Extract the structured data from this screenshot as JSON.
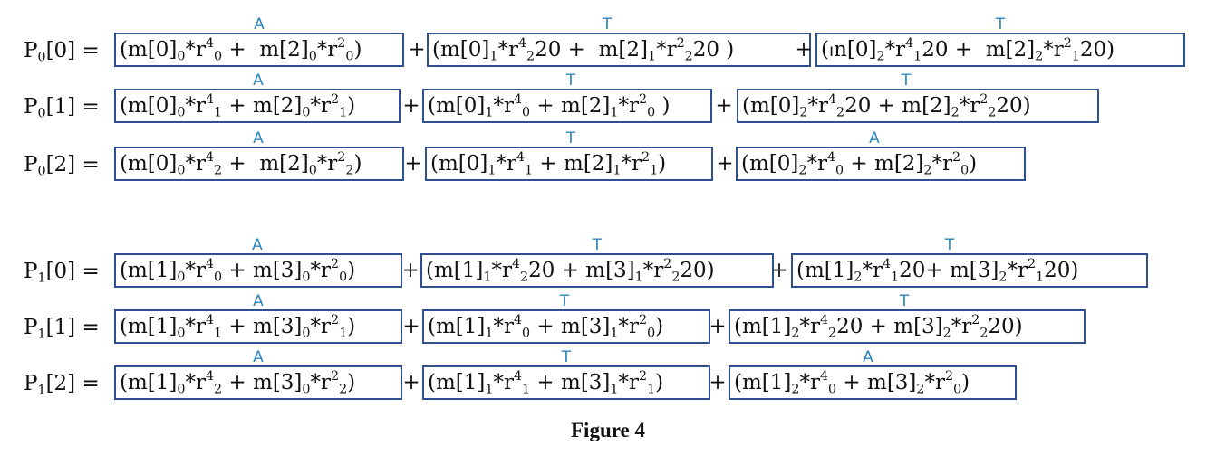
{
  "group_0": {
    "row_0": {
      "lhs": "P<sub>0</sub>[0] =",
      "terms": [
        "(m[0]<sub>0</sub>*r<sup>4</sup><sub>0</sub> +&nbsp; m[2]<sub>0</sub>*r<sup>2</sup><sub>0</sub>)",
        "(m[0]<sub>1</sub>*r<sup>4</sup><sub>2</sub>20 +&nbsp; m[2]<sub>1</sub>*r<sup>2</sup><sub>2</sub>20 )",
        "(<span style=\"font-family:'DejaVu Sans',sans-serif;font-size:80%\">ı</span>n[0]<sub>2</sub>*r<sup>4</sup><sub>1</sub>20 +&nbsp; m[2]<sub>2</sub>*r<sup>2</sup><sub>1</sub>20)"
      ],
      "labels": [
        "A",
        "T",
        "T"
      ]
    },
    "row_1": {
      "lhs": "P<sub>0</sub>[1] =",
      "terms": [
        "(m[0]<sub>0</sub>*r<sup>4</sup><sub>1</sub> + m[2]<sub>0</sub>*r<sup>2</sup><sub>1</sub>)",
        "(m[0]<sub>1</sub>*r<sup>4</sup><sub>0</sub> + m[2]<sub>1</sub>*r<sup>2</sup><sub>0</sub> )",
        "(m[0]<sub>2</sub>*r<sup>4</sup><sub>2</sub>20 + m[2]<sub>2</sub>*r<sup>2</sup><sub>2</sub>20)"
      ],
      "labels": [
        "A",
        "T",
        "T"
      ]
    },
    "row_2": {
      "lhs": "P<sub>0</sub>[2] =",
      "terms": [
        "(m[0]<sub>0</sub>*r<sup>4</sup><sub>2</sub> +&nbsp; m[2]<sub>0</sub>*r<sup>2</sup><sub>2</sub>)",
        "(m[0]<sub>1</sub>*r<sup>4</sup><sub>1</sub> + m[2]<sub>1</sub>*r<sup>2</sup><sub>1</sub>)",
        "(m[0]<sub>2</sub>*r<sup>4</sup><sub>0</sub> + m[2]<sub>2</sub>*r<sup>2</sup><sub>0</sub>)"
      ],
      "labels": [
        "A",
        "T",
        "A"
      ]
    }
  },
  "group_1": {
    "row_0": {
      "lhs": "P<sub>1</sub>[0] =",
      "terms": [
        "(m[1]<sub>0</sub>*r<sup>4</sup><sub>0</sub> + m[3]<sub>0</sub>*r<sup>2</sup><sub>0</sub>)",
        "(m[1]<sub>1</sub>*r<sup>4</sup><sub>2</sub>20 + m[3]<sub>1</sub>*r<sup>2</sup><sub>2</sub>20)",
        "(m[1]<sub>2</sub>*r<sup>4</sup><sub>1</sub>20+ m[3]<sub>2</sub>*r<sup>2</sup><sub>1</sub>20)"
      ],
      "labels": [
        "A",
        "T",
        "T"
      ]
    },
    "row_1": {
      "lhs": "P<sub>1</sub>[1] =",
      "terms": [
        "(m[1]<sub>0</sub>*r<sup>4</sup><sub>1</sub> + m[3]<sub>0</sub>*r<sup>2</sup><sub>1</sub>)",
        "(m[1]<sub>1</sub>*r<sup>4</sup><sub>0</sub> + m[3]<sub>1</sub>*r<sup>2</sup><sub>0</sub>)",
        "(m[1]<sub>2</sub>*r<sup>4</sup><sub>2</sub>20 + m[3]<sub>2</sub>*r<sup>2</sup><sub>2</sub>20)"
      ],
      "labels": [
        "A",
        "T",
        "T"
      ]
    },
    "row_2": {
      "lhs": "P<sub>1</sub>[2] =",
      "terms": [
        "(m[1]<sub>0</sub>*r<sup>4</sup><sub>2</sub> + m[3]<sub>0</sub>*r<sup>2</sup><sub>2</sub>)",
        "(m[1]<sub>1</sub>*r<sup>4</sup><sub>1</sub> + m[3]<sub>1</sub>*r<sup>2</sup><sub>1</sub>)",
        "(m[1]<sub>2</sub>*r<sup>4</sup><sub>0</sub> + m[3]<sub>2</sub>*r<sup>2</sup><sub>0</sub>)"
      ],
      "labels": [
        "A",
        "T",
        "A"
      ]
    }
  },
  "plus_sign": "+",
  "caption": "Figure 4",
  "colors": {
    "label": "#2e86c1",
    "box_border": "#2f4f8f",
    "text": "#111111"
  }
}
